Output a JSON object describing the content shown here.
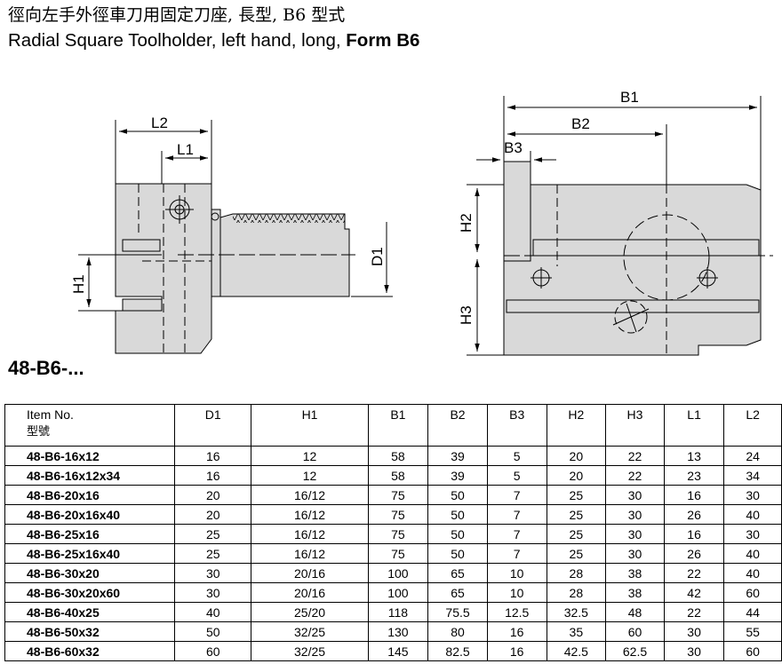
{
  "header": {
    "title_cn": "徑向左手外徑車刀用固定刀座, 長型, B6 型式",
    "title_en_prefix": "Radial Square Toolholder, left hand, long, ",
    "title_en_bold": "Form B6"
  },
  "drawing": {
    "labels": {
      "L2": "L2",
      "L1": "L1",
      "H1": "H1",
      "D1": "D1",
      "B1": "B1",
      "B2": "B2",
      "B3": "B3",
      "H2": "H2",
      "H3": "H3"
    }
  },
  "series_label": "48-B6-...",
  "table": {
    "item_header": "Item No.",
    "item_header_sub": "型號",
    "columns": [
      "D1",
      "H1",
      "B1",
      "B2",
      "B3",
      "H2",
      "H3",
      "L1",
      "L2"
    ],
    "rows": [
      {
        "item": "48-B6-16x12",
        "D1": "16",
        "H1": "12",
        "B1": "58",
        "B2": "39",
        "B3": "5",
        "H2": "20",
        "H3": "22",
        "L1": "13",
        "L2": "24"
      },
      {
        "item": "48-B6-16x12x34",
        "D1": "16",
        "H1": "12",
        "B1": "58",
        "B2": "39",
        "B3": "5",
        "H2": "20",
        "H3": "22",
        "L1": "23",
        "L2": "34"
      },
      {
        "item": "48-B6-20x16",
        "D1": "20",
        "H1": "16/12",
        "B1": "75",
        "B2": "50",
        "B3": "7",
        "H2": "25",
        "H3": "30",
        "L1": "16",
        "L2": "30"
      },
      {
        "item": "48-B6-20x16x40",
        "D1": "20",
        "H1": "16/12",
        "B1": "75",
        "B2": "50",
        "B3": "7",
        "H2": "25",
        "H3": "30",
        "L1": "26",
        "L2": "40"
      },
      {
        "item": "48-B6-25x16",
        "D1": "25",
        "H1": "16/12",
        "B1": "75",
        "B2": "50",
        "B3": "7",
        "H2": "25",
        "H3": "30",
        "L1": "16",
        "L2": "30"
      },
      {
        "item": "48-B6-25x16x40",
        "D1": "25",
        "H1": "16/12",
        "B1": "75",
        "B2": "50",
        "B3": "7",
        "H2": "25",
        "H3": "30",
        "L1": "26",
        "L2": "40"
      },
      {
        "item": "48-B6-30x20",
        "D1": "30",
        "H1": "20/16",
        "B1": "100",
        "B2": "65",
        "B3": "10",
        "H2": "28",
        "H3": "38",
        "L1": "22",
        "L2": "40"
      },
      {
        "item": "48-B6-30x20x60",
        "D1": "30",
        "H1": "20/16",
        "B1": "100",
        "B2": "65",
        "B3": "10",
        "H2": "28",
        "H3": "38",
        "L1": "42",
        "L2": "60"
      },
      {
        "item": "48-B6-40x25",
        "D1": "40",
        "H1": "25/20",
        "B1": "118",
        "B2": "75.5",
        "B3": "12.5",
        "H2": "32.5",
        "H3": "48",
        "L1": "22",
        "L2": "44"
      },
      {
        "item": "48-B6-50x32",
        "D1": "50",
        "H1": "32/25",
        "B1": "130",
        "B2": "80",
        "B3": "16",
        "H2": "35",
        "H3": "60",
        "L1": "30",
        "L2": "55"
      },
      {
        "item": "48-B6-60x32",
        "D1": "60",
        "H1": "32/25",
        "B1": "145",
        "B2": "82.5",
        "B3": "16",
        "H2": "42.5",
        "H3": "62.5",
        "L1": "30",
        "L2": "60"
      }
    ]
  }
}
